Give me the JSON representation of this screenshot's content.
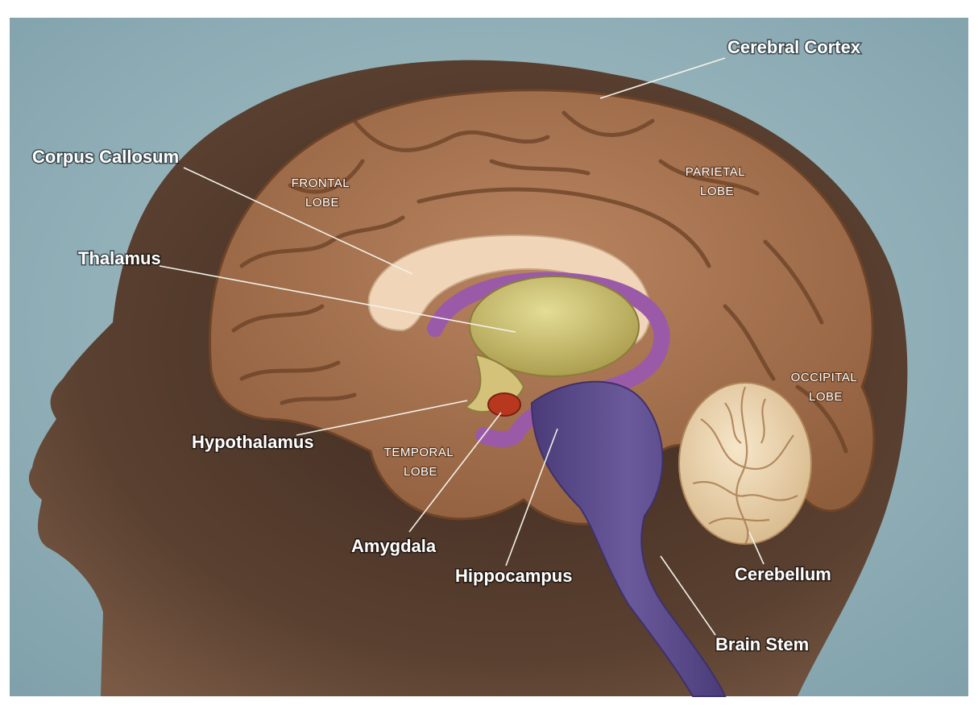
{
  "colors": {
    "background": "#8fb0b9",
    "head": "#5a3f2f",
    "cortex": "#a9744f",
    "corpus_callosum": "#f0d5b8",
    "thalamus": "#c9bf6e",
    "fornix_hippocampus": "#9a5aa8",
    "amygdala": "#b8381f",
    "brain_stem": "#5b4a8c",
    "cerebellum": "#efd8b4"
  },
  "labels": {
    "cerebral_cortex": "Cerebral Cortex",
    "corpus_callosum": "Corpus Callosum",
    "thalamus": "Thalamus",
    "hypothalamus": "Hypothalamus",
    "amygdala": "Amygdala",
    "hippocampus": "Hippocampus",
    "cerebellum": "Cerebellum",
    "brain_stem": "Brain Stem"
  },
  "regions": {
    "frontal_lobe": [
      "FRONTAL",
      "LOBE"
    ],
    "parietal_lobe": [
      "PARIETAL",
      "LOBE"
    ],
    "occipital_lobe": [
      "OCCIPITAL",
      "LOBE"
    ],
    "temporal_lobe": [
      "TEMPORAL",
      "LOBE"
    ]
  }
}
